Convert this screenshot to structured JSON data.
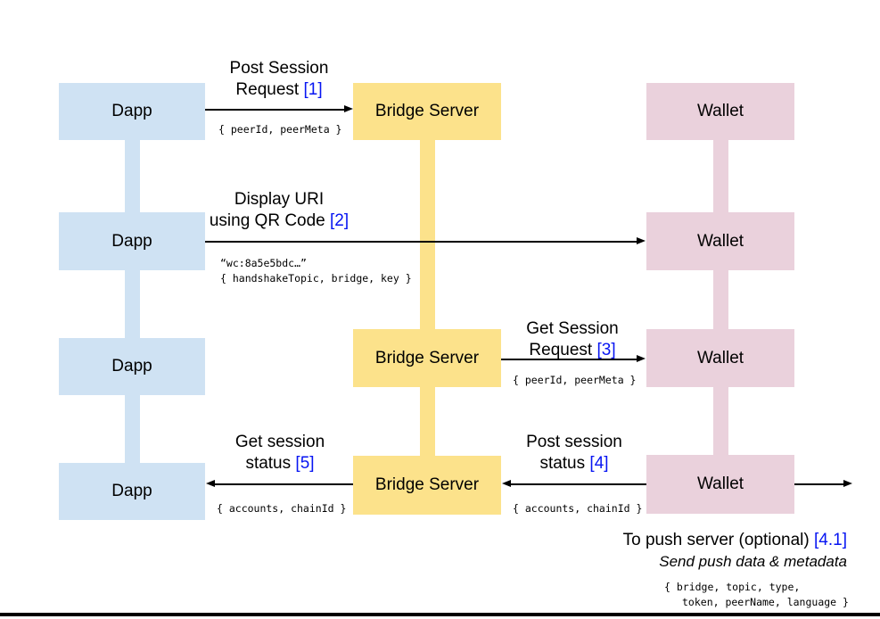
{
  "actors": {
    "dapp": "Dapp",
    "bridge": "Bridge Server",
    "wallet": "Wallet"
  },
  "colors": {
    "dapp_fill": "#cfe2f3",
    "bridge_fill": "#fce28b",
    "wallet_fill": "#ead1dc",
    "reference_blue": "#0715f2",
    "arrow_black": "#000000",
    "footer_bar": "#000000"
  },
  "messages": {
    "post_session_request": {
      "label_line1": "Post Session",
      "label_line2": "Request",
      "ref": "[1]",
      "payload": "{ peerId, peerMeta }"
    },
    "display_uri": {
      "label_line1": "Display URI",
      "label_line2": "using QR Code",
      "ref": "[2]",
      "payload_line1": "“wc:8a5e5bdc…”",
      "payload_line2": "{ handshakeTopic, bridge, key }"
    },
    "get_session_request": {
      "label_line1": "Get Session",
      "label_line2": "Request",
      "ref": "[3]",
      "payload": "{ peerId, peerMeta }"
    },
    "post_session_status": {
      "label_line1": "Post session",
      "label_line2": "status",
      "ref": "[4]",
      "payload": "{ accounts, chainId }"
    },
    "get_session_status": {
      "label_line1": "Get session",
      "label_line2": "status",
      "ref": "[5]",
      "payload": "{ accounts, chainId }"
    },
    "push_server": {
      "title": "To push server (optional)",
      "ref": "[4.1]",
      "subtitle": "Send push data & metadata",
      "payload_line1": "{ bridge, topic, type,",
      "payload_line2": "token, peerName, language }"
    }
  }
}
